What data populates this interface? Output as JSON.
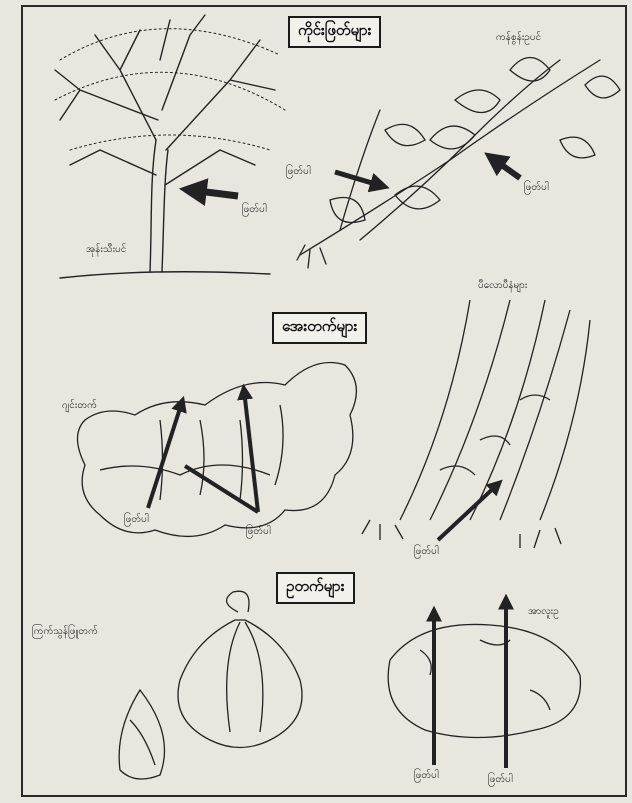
{
  "sections": {
    "stems": {
      "title": "ကိုင်းဖြတ်များ"
    },
    "roots": {
      "title": "အေးတက်များ"
    },
    "bulbs": {
      "title": "ဥတက်များ"
    }
  },
  "labels": {
    "tree": "အုန်းသီးပင်",
    "vine": "ကန်စွန်းဥပင်",
    "ginger": "ဂျင်းတက်",
    "cassava": "ပီလောပီနံများ",
    "garlic": "ကြက်သွန်ဖြူတက်",
    "potato": "အာလူးဥ",
    "cut": "ဖြတ်ပါ"
  }
}
